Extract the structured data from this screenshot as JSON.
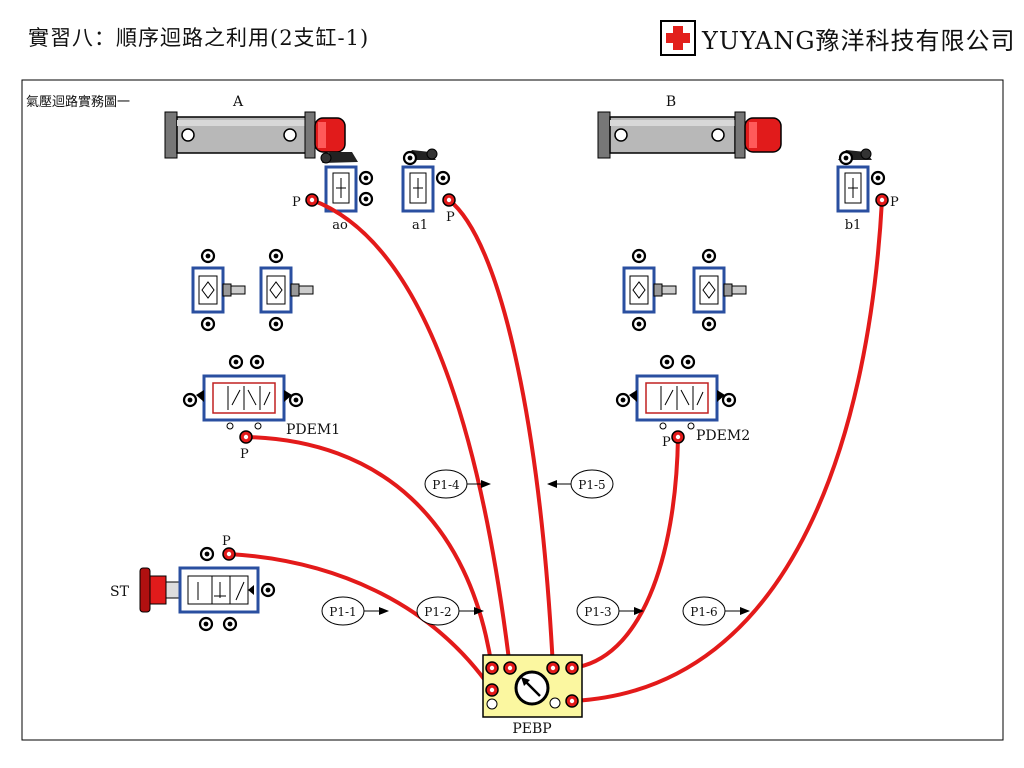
{
  "header": {
    "title": "實習八：順序迴路之利用(2支缸-1)",
    "brand": "YUYANG豫洋科技有限公司",
    "logo_icon": "red-cross-logo-icon"
  },
  "diagram": {
    "caption": "氣壓迴路實務圖一",
    "cylinder_a": "A",
    "cylinder_b": "B",
    "port_p": "P",
    "valve_ao": "ao",
    "valve_a1": "a1",
    "valve_b1": "b1",
    "valve_pdem1": "PDEM1",
    "valve_pdem2": "PDEM2",
    "start_button": "ST",
    "manifold": "PEBP",
    "tubes": [
      {
        "id": "P1-1"
      },
      {
        "id": "P1-2"
      },
      {
        "id": "P1-3"
      },
      {
        "id": "P1-4"
      },
      {
        "id": "P1-5"
      },
      {
        "id": "P1-6"
      }
    ],
    "colors": {
      "tube": "#e31a1a",
      "valve_frame": "#2a4fa0",
      "cylinder_body": "#b8b8b8",
      "cylinder_cap": "#e11b1b",
      "manifold_fill": "#fbf7a0"
    }
  }
}
